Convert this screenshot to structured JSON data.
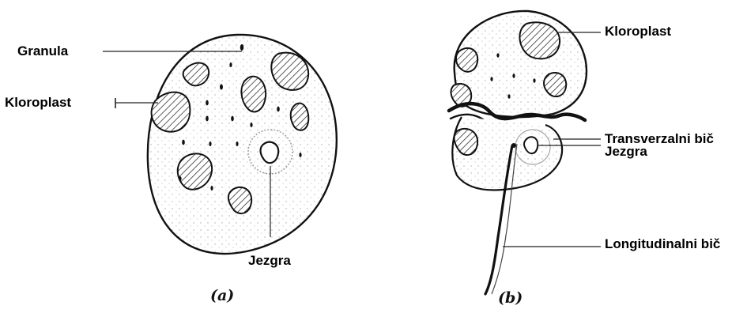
{
  "labels": {
    "granula": "Granula",
    "kloroplast_a": "Kloroplast",
    "jezgra_a": "Jezgra",
    "kloroplast_b": "Kloroplast",
    "transverzalni": "Transverzalni bič",
    "jezgra_b": "Jezgra",
    "longitudinalni": "Longitudinalni bič"
  },
  "panels": {
    "a": "(a)",
    "b": "(b)"
  }
}
